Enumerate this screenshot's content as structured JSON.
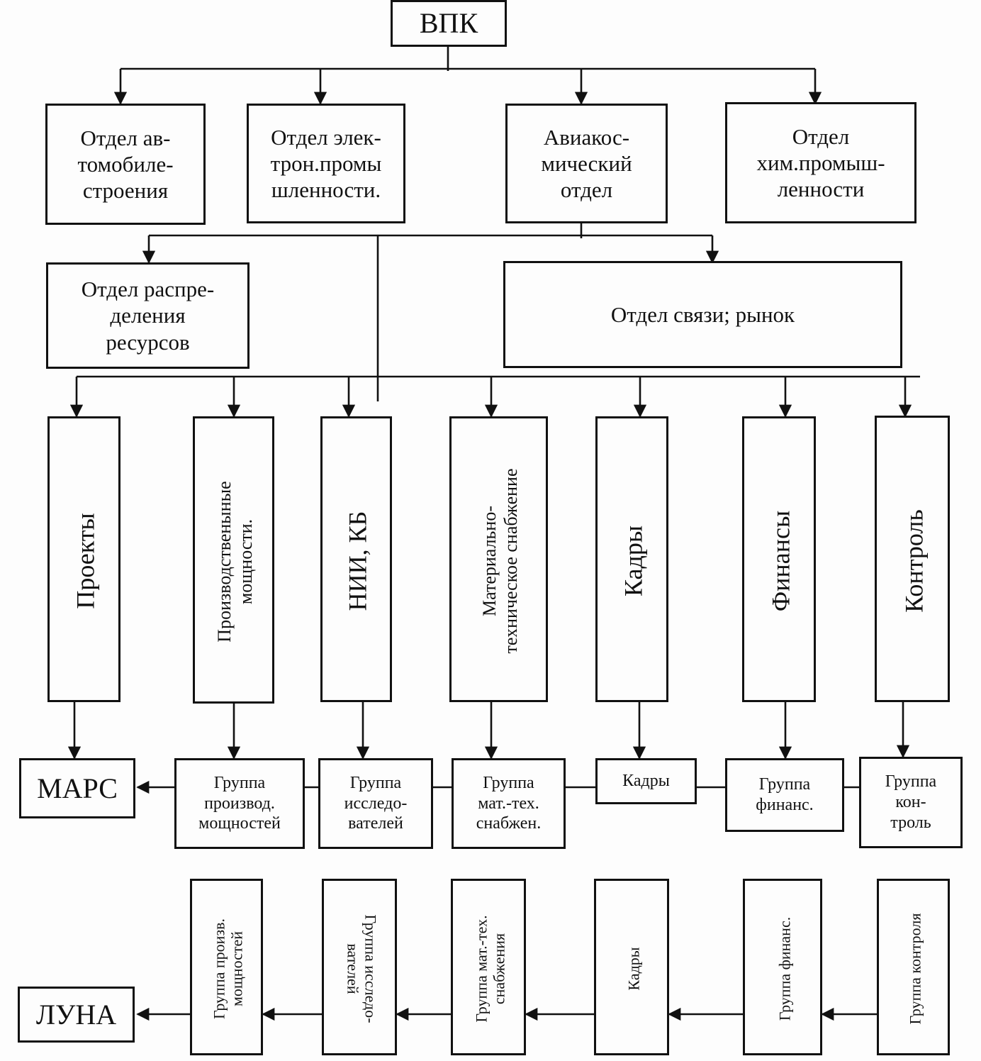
{
  "vpk": "ВПК",
  "departments": {
    "auto": "Отдел ав-\nтомобиле-\nстроения",
    "electronics": "Отдел элек-\nтрон.промы\nшленности.",
    "aerospace": "Авиакос-\nмический\nотдел",
    "chemical": "Отдел\nхим.промыш-\nленности"
  },
  "resource_allocation": "Отдел распре-\nделения\nресурсов",
  "communications": "Отдел связи; рынок",
  "functions": {
    "projects": "Проекты",
    "capacity": "Производственыные\nмощности.",
    "nii": "НИИ, КБ",
    "supply": "Материально-\nтехническое снабжение",
    "staff": "Кадры",
    "finance": "Финансы",
    "control": "Контроль"
  },
  "mars": {
    "title": "МАРС",
    "capacity": "Группа\nпроизвод.\nмощностей",
    "research": "Группа\nисследо-\nвателей",
    "supply": "Группа\nмат.-тех.\nснабжен.",
    "staff": "Кадры",
    "finance": "Группа\nфинанс.",
    "control": "Группа\nкон-\nтроль"
  },
  "luna": {
    "title": "ЛУНА",
    "capacity": "Группа произв.\nмощностей",
    "research": "Группа исследо-\nвателей",
    "supply": "Группа мат.-тех.\nснабжения",
    "staff": "Кадры",
    "finance": "Группа финанс.",
    "control": "Группа контроля"
  }
}
